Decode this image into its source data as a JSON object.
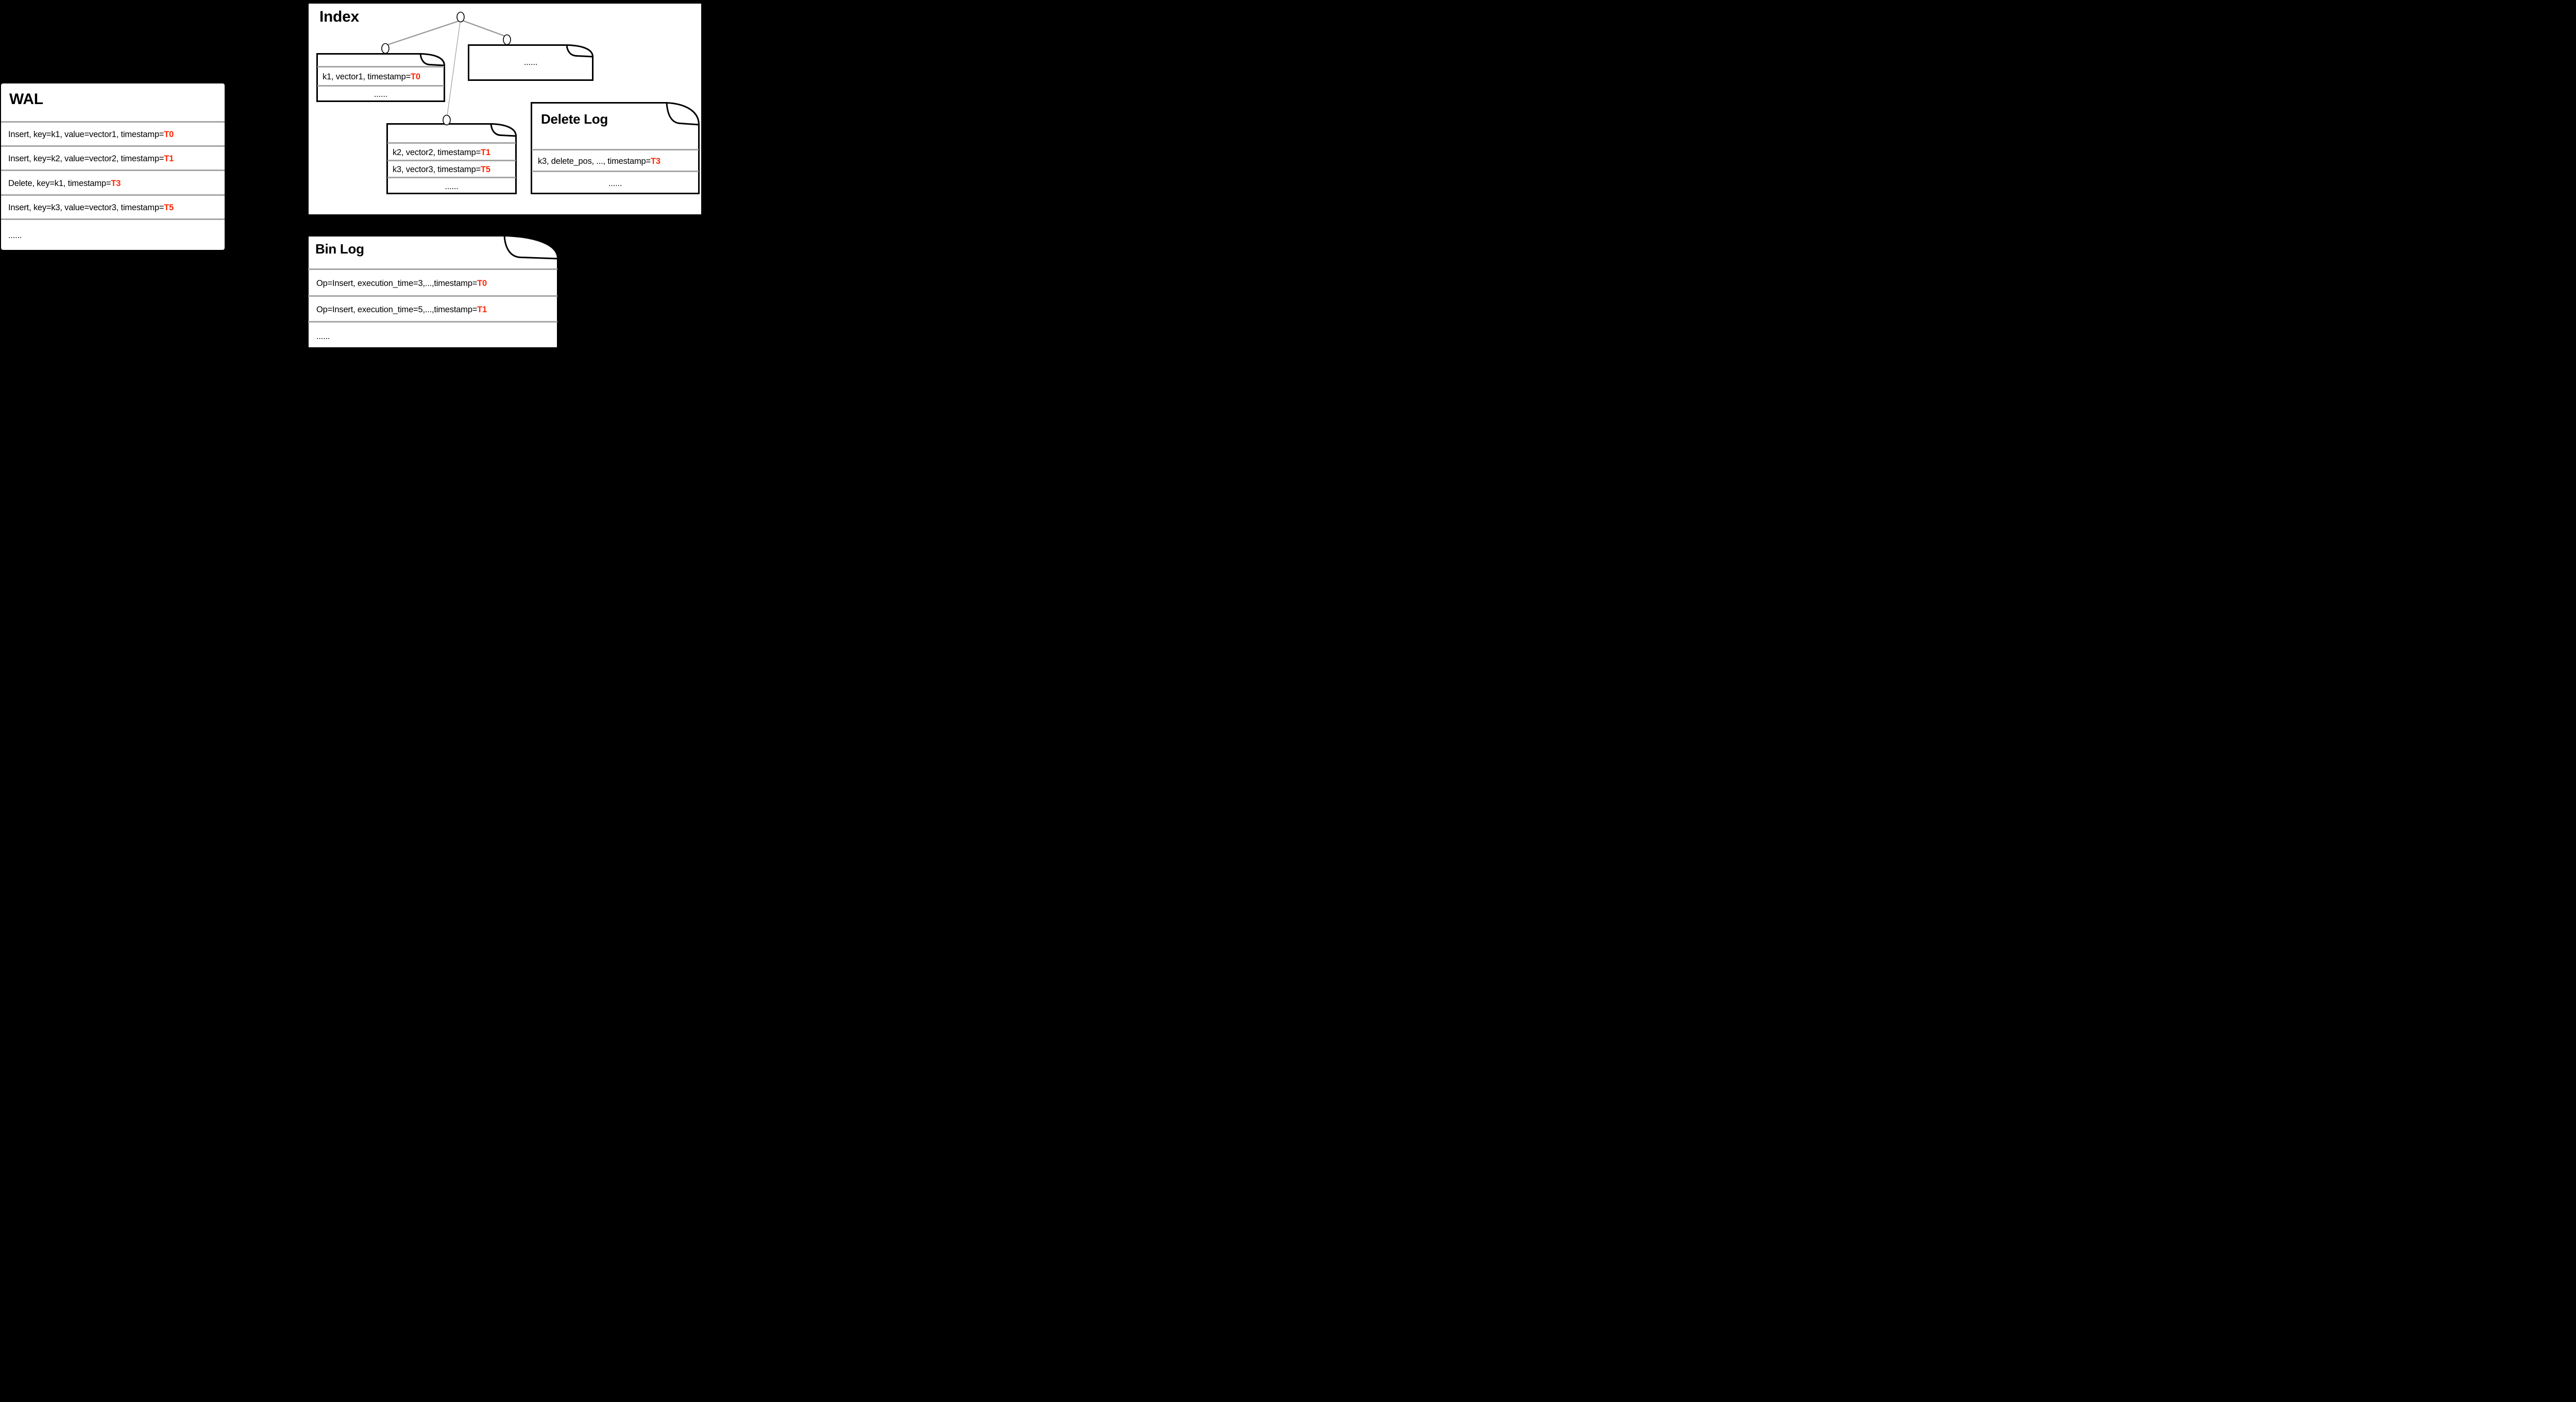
{
  "colors": {
    "red": "#ff2600",
    "separator_gray": "#a6a6a6",
    "tree_line_gray": "#9b9b9b"
  },
  "wal": {
    "title": "WAL",
    "rows": [
      {
        "text": "Insert, key=k1, value=vector1, timestamp=",
        "ts": "T0"
      },
      {
        "text": "Insert, key=k2, value=vector2, timestamp=",
        "ts": "T1"
      },
      {
        "text": "Delete, key=k1, timestamp=",
        "ts": "T3"
      },
      {
        "text": "Insert, key=k3, value=vector3, timestamp=",
        "ts": "T5"
      },
      {
        "text": "......"
      }
    ]
  },
  "index": {
    "title": "Index",
    "segment1": {
      "rows": [
        {
          "text": "k1, vector1, timestamp=",
          "ts": "T0"
        },
        {
          "text": "......"
        }
      ]
    },
    "segment2": {
      "rows": [
        {
          "text": "......"
        }
      ]
    },
    "segment3": {
      "rows": [
        {
          "text": "k2, vector2, timestamp=",
          "ts": "T1"
        },
        {
          "text": "k3, vector3, timestamp=",
          "ts": "T5"
        },
        {
          "text": "......"
        }
      ]
    }
  },
  "delete_log": {
    "title": "Delete Log",
    "rows": [
      {
        "text": "k3, delete_pos, ..., timestamp=",
        "ts": "T3"
      },
      {
        "text": "......"
      }
    ]
  },
  "bin_log": {
    "title": "Bin Log",
    "rows": [
      {
        "text": "Op=Insert, execution_time=3,...,timestamp=",
        "ts": "T0"
      },
      {
        "text": "Op=Insert, execution_time=5,...,timestamp=",
        "ts": "T1"
      },
      {
        "text": "......"
      }
    ]
  }
}
